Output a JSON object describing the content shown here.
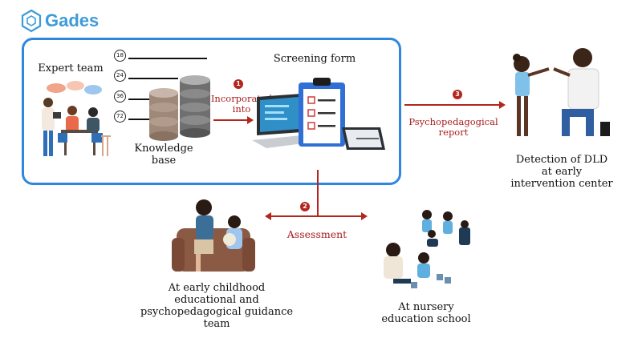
{
  "logo": {
    "name": "Gades"
  },
  "expert": {
    "title": "Expert team"
  },
  "knowledge": {
    "line1": "Knowledge",
    "line2": "base"
  },
  "ages": [
    "18",
    "24",
    "36",
    "72"
  ],
  "screening": {
    "title": "Screening form"
  },
  "steps": {
    "s1": {
      "num": "1",
      "line1": "Incorporated",
      "line2": "into"
    },
    "s2": {
      "num": "2",
      "label": "Assessment"
    },
    "s3": {
      "num": "3",
      "line1": "Psychopedagogical",
      "line2": "report"
    }
  },
  "detection": {
    "line1": "Detection of DLD",
    "line2": "at early",
    "line3": "intervention center"
  },
  "childhood": {
    "line1": "At early childhood",
    "line2": "educational and",
    "line3": "psychopedagogical guidance",
    "line4": "team"
  },
  "nursery": {
    "line1": "At nursery",
    "line2": "education school"
  },
  "colors": {
    "frame": "#2f87e0",
    "accent": "#b3261e",
    "logo": "#3c9bd9"
  }
}
